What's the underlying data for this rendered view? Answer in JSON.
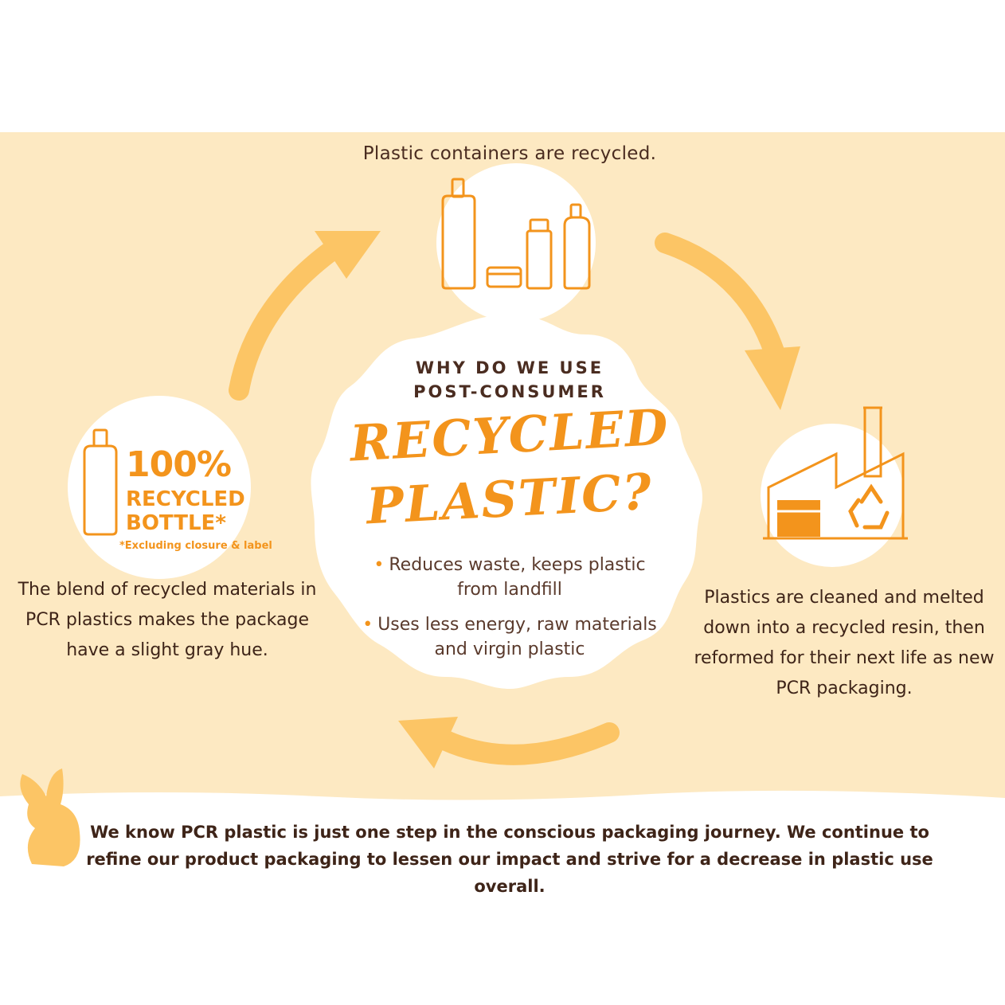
{
  "top_step": "Plastic containers are recycled.",
  "question": {
    "line1": "WHY DO WE USE",
    "line2": "POST-CONSUMER",
    "big1": "RECYCLED",
    "big2": "PLASTIC?"
  },
  "bullets": {
    "b1": "Reduces waste, keeps plastic from landfill",
    "b2": "Uses less energy, raw materials and virgin plastic",
    "marker": "•"
  },
  "badge": {
    "line1": "100%",
    "line2": "RECYCLED",
    "line3": "BOTTLE*",
    "note": "*Excluding closure & label"
  },
  "left_step": "The blend of recycled materials in PCR plastics makes the package have a slight gray hue.",
  "right_step": "Plastics are cleaned and melted down into a recycled resin, then reformed for their next life as new PCR packaging.",
  "footer": "We know PCR plastic is just one step in the conscious packaging journey. We continue to refine our product packaging to lessen our impact and strive for a decrease in plastic use overall.",
  "colors": {
    "panel": "#fde9c2",
    "accent": "#f3941c",
    "arrow": "#fcc565",
    "text": "#3e2418"
  }
}
